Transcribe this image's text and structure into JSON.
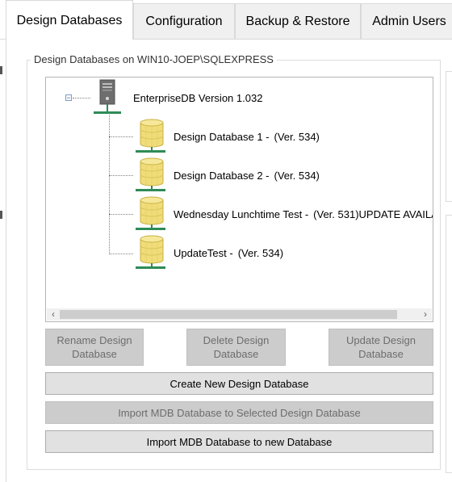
{
  "tabs": [
    {
      "label": "Design Databases",
      "active": true
    },
    {
      "label": "Configuration",
      "active": false
    },
    {
      "label": "Backup & Restore",
      "active": false
    },
    {
      "label": "Admin Users",
      "active": false
    }
  ],
  "group": {
    "title": "Design Databases on WIN10-JOEP\\SQLEXPRESS"
  },
  "tree": {
    "root": {
      "label": "EnterpriseDB Version  1.032",
      "expander": "−",
      "icon": "server-icon"
    },
    "items": [
      {
        "name": "Design Database 1 -",
        "version": "(Ver. 534)",
        "note": "",
        "icon": "database-icon"
      },
      {
        "name": "Design Database 2 -",
        "version": "(Ver. 534)",
        "note": "",
        "icon": "database-icon"
      },
      {
        "name": "Wednesday Lunchtime Test -",
        "version": "(Ver. 531)",
        "note": "UPDATE AVAILABLE",
        "icon": "database-icon"
      },
      {
        "name": "UpdateTest -",
        "version": "(Ver. 534)",
        "note": "",
        "icon": "database-icon"
      }
    ]
  },
  "scrollbar": {
    "left_arrow": "‹",
    "right_arrow": "›"
  },
  "buttons": {
    "rename": "Rename Design Database",
    "delete": "Delete Design Database",
    "update": "Update Design Database",
    "create": "Create New Design Database",
    "import_selected": "Import MDB Database to Selected Design Database",
    "import_new": "Import MDB Database to new Database"
  },
  "colors": {
    "database_fill": "#f0dc78",
    "database_stroke": "#c8b040",
    "connector": "#2e8b57",
    "server": "#6e6e6e"
  }
}
